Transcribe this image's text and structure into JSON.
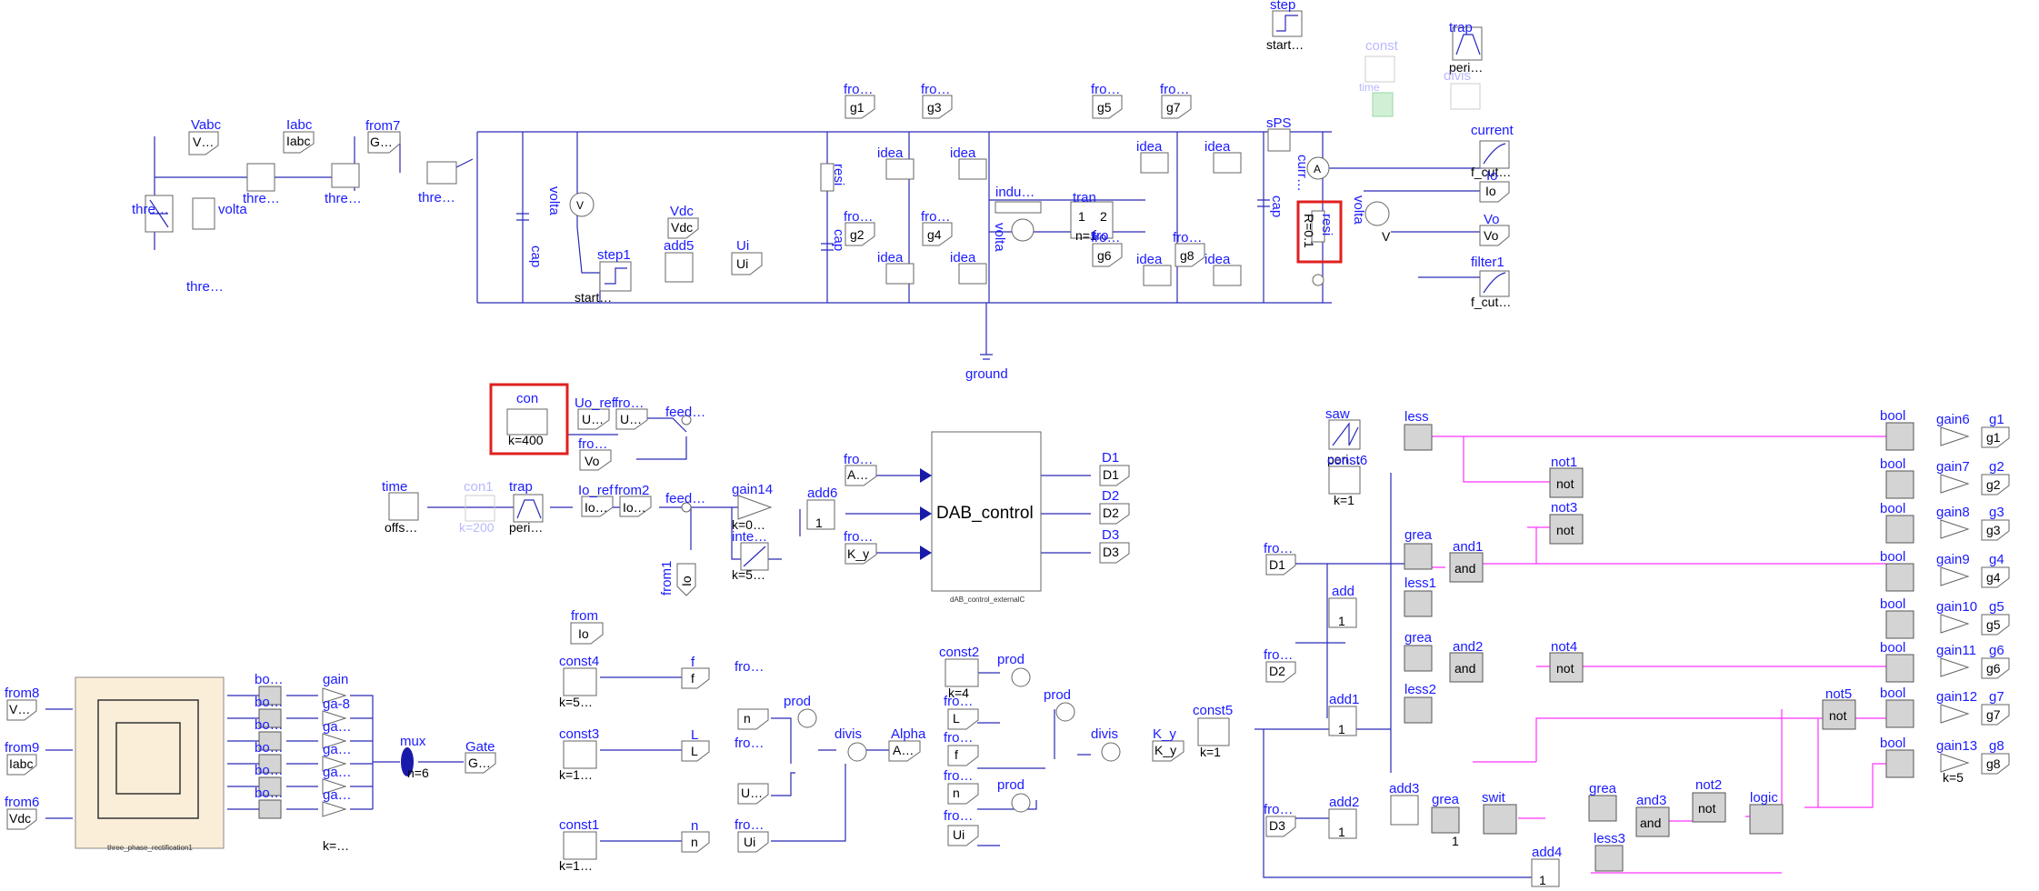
{
  "power_stage": {
    "src_labels": [
      "thre…",
      "volta",
      "thre…",
      "Vabc",
      "V…",
      "Iabc",
      "Iabc",
      "thre…",
      "from7",
      "G…",
      "thre…",
      "thre…"
    ],
    "dc_labels": [
      "cap",
      "volta",
      "Vdc",
      "Vdc",
      "step1",
      "start…",
      "add5",
      "Ui",
      "Ui",
      "cap",
      "resi"
    ],
    "bridge1_labels": [
      "fro…",
      "g1",
      "fro…",
      "g3",
      "fro…",
      "g2",
      "fro…",
      "g4",
      "idea",
      "idea",
      "idea",
      "idea"
    ],
    "transformer_labels": [
      "indu…",
      "volta",
      "tran",
      "1",
      "2",
      "n=1",
      "fro",
      "ground"
    ],
    "bridge2_labels": [
      "fro…",
      "g5",
      "fro…",
      "g7",
      "fro…",
      "g6",
      "fro…",
      "g8",
      "idea",
      "idea",
      "idea",
      "idea"
    ],
    "output_labels": [
      "step",
      "start…",
      "const",
      "trap",
      "peri…",
      "divis",
      "time",
      "sPS",
      "curr…",
      "A",
      "cap",
      "resi",
      "R=0.1",
      "volta",
      "V",
      "current",
      "f_cut…",
      "Io",
      "Io",
      "Vo",
      "Vo",
      "filter1",
      "f_cut…"
    ]
  },
  "control": {
    "con_name": "con",
    "con_k": "k=400",
    "ref_labels": [
      "Uo_ref",
      "U…",
      "fro…",
      "U…",
      "feed…",
      "fro…",
      "Vo"
    ],
    "lower_labels": [
      "time",
      "offs…",
      "con1",
      "k=200",
      "trap",
      "peri…",
      "Io_ref",
      "Io…",
      "from2",
      "Io…",
      "feed…",
      "gain14",
      "k=0…",
      "add6",
      "1",
      "inte…",
      "k=5…",
      "from1",
      "Io",
      "fro…",
      "A…",
      "fro…",
      "K_y"
    ],
    "dab_name": "DAB_control",
    "dab_sub": "dAB_control_externalC",
    "outputs": [
      "D1",
      "D1",
      "D2",
      "D2",
      "D3",
      "D3"
    ]
  },
  "rectifier": {
    "inputs": [
      "from8",
      "V…",
      "from9",
      "Iabc",
      "from6",
      "Vdc"
    ],
    "block_sub": "three_phase_rectification1",
    "bool_labels": [
      "bo…",
      "bo…",
      "bo…",
      "bo…",
      "bo…",
      "bo…"
    ],
    "gain_labels": [
      "gain",
      "ga-8",
      "ga…",
      "ga…",
      "ga…",
      "ga…"
    ],
    "gain_k": "k=…",
    "mux": "mux",
    "mux_n": "n=6",
    "gate": "Gate",
    "gate_val": "G…"
  },
  "params": {
    "from_block": [
      "from",
      "Io"
    ],
    "consts": [
      "const4",
      "k=5…",
      "const3",
      "k=1…",
      "const1",
      "k=1…"
    ],
    "outs": [
      "f",
      "f",
      "L",
      "L",
      "n",
      "n"
    ],
    "alpha": [
      "fro…",
      "n",
      "fro…",
      "U…",
      "fro…",
      "Ui",
      "prod",
      "divis",
      "Alpha",
      "A…"
    ],
    "ky": [
      "const2",
      "k=4",
      "fro…",
      "L",
      "fro…",
      "f",
      "fro…",
      "n",
      "fro…",
      "Ui",
      "prod",
      "prod",
      "prod",
      "divis",
      "K_y",
      "K_y"
    ]
  },
  "logic": {
    "top_labels": [
      "saw",
      "peri…",
      "const6",
      "k=1",
      "less"
    ],
    "d_labels": [
      "fro…",
      "D1",
      "fro…",
      "D2",
      "fro…",
      "D3"
    ],
    "adders": [
      "add",
      "add1",
      "add2",
      "add3",
      "add4"
    ],
    "comparators": [
      "grea",
      "less1",
      "grea",
      "less2",
      "grea",
      "grea",
      "less3"
    ],
    "const5": [
      "const5",
      "k=1"
    ],
    "and_labels": [
      "and1",
      "and",
      "and2",
      "and",
      "and3",
      "and"
    ],
    "not_labels": [
      "not1",
      "not",
      "not3",
      "not",
      "not4",
      "not",
      "not5",
      "not",
      "not2",
      "not"
    ],
    "misc": [
      "swit",
      "logic",
      "1",
      "1",
      "1",
      "1",
      "1"
    ],
    "bool_labels": [
      "bool",
      "bool",
      "bool",
      "bool",
      "bool",
      "bool",
      "bool",
      "bool"
    ],
    "gain_labels": [
      "gain6",
      "gain7",
      "gain8",
      "gain9",
      "gain10",
      "gain11",
      "gain12",
      "gain13"
    ],
    "gain_k": "k=5",
    "gate_outs": [
      "g1",
      "g1",
      "g2",
      "g2",
      "g3",
      "g3",
      "g4",
      "g4",
      "g5",
      "g5",
      "g6",
      "g6",
      "g7",
      "g7",
      "g8",
      "g8"
    ]
  },
  "colors": {
    "wire": "#2a2ab8",
    "logic_wire": "#ff33ff",
    "label": "#1a1aff",
    "highlight": "#e02020",
    "rect_fill": "#fbeed9"
  }
}
